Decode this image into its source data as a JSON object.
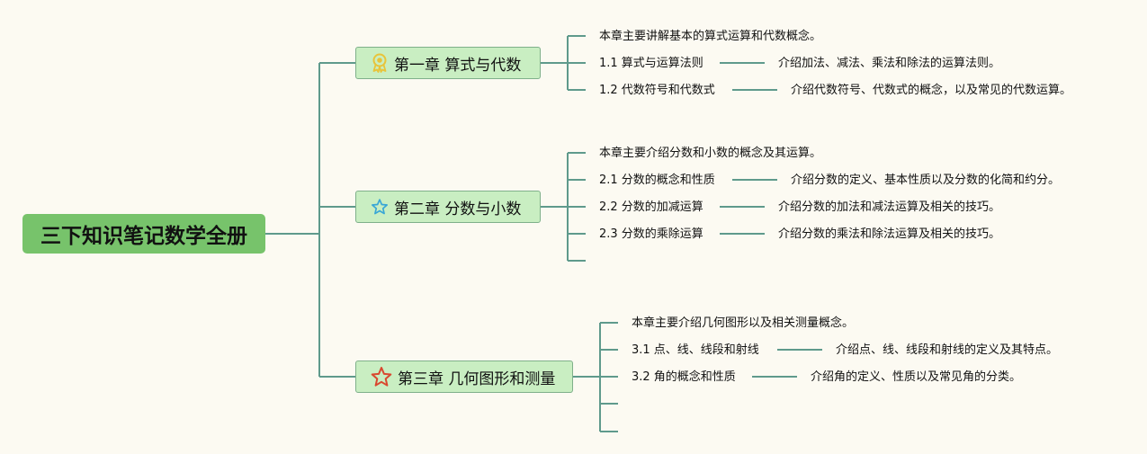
{
  "root": {
    "title": "三下知识笔记数学全册"
  },
  "chapters": [
    {
      "title": "第一章 算式与代数",
      "icon": "award-medal-icon",
      "summary": "本章主要讲解基本的算式运算和代数概念。",
      "sections": [
        {
          "title": "1.1 算式与运算法则",
          "desc": "介绍加法、减法、乘法和除法的运算法则。"
        },
        {
          "title": "1.2 代数符号和代数式",
          "desc": "介绍代数符号、代数式的概念，以及常见的代数运算。"
        }
      ]
    },
    {
      "title": "第二章 分数与小数",
      "icon": "star-outline-icon",
      "summary": "本章主要介绍分数和小数的概念及其运算。",
      "sections": [
        {
          "title": "2.1 分数的概念和性质",
          "desc": "介绍分数的定义、基本性质以及分数的化简和约分。"
        },
        {
          "title": "2.2 分数的加减运算",
          "desc": "介绍分数的加法和减法运算及相关的技巧。"
        },
        {
          "title": "2.3 分数的乘除运算",
          "desc": "介绍分数的乘法和除法运算及相关的技巧。"
        }
      ]
    },
    {
      "title": "第三章 几何图形和测量",
      "icon": "star-outline-icon",
      "summary": "本章主要介绍几何图形以及相关测量概念。",
      "sections": [
        {
          "title": "3.1 点、线、线段和射线",
          "desc": "介绍点、线、线段和射线的定义及其特点。"
        },
        {
          "title": "3.2 角的概念和性质",
          "desc": "介绍角的定义、性质以及常见角的分类。"
        }
      ]
    }
  ],
  "colors": {
    "connector": "#5f9a8c",
    "root_fill": "#77c36b",
    "chapter_fill": "#c9eec2",
    "medal": "#e8c43a",
    "star_blue": "#38a6d6",
    "star_red": "#d9482f"
  }
}
